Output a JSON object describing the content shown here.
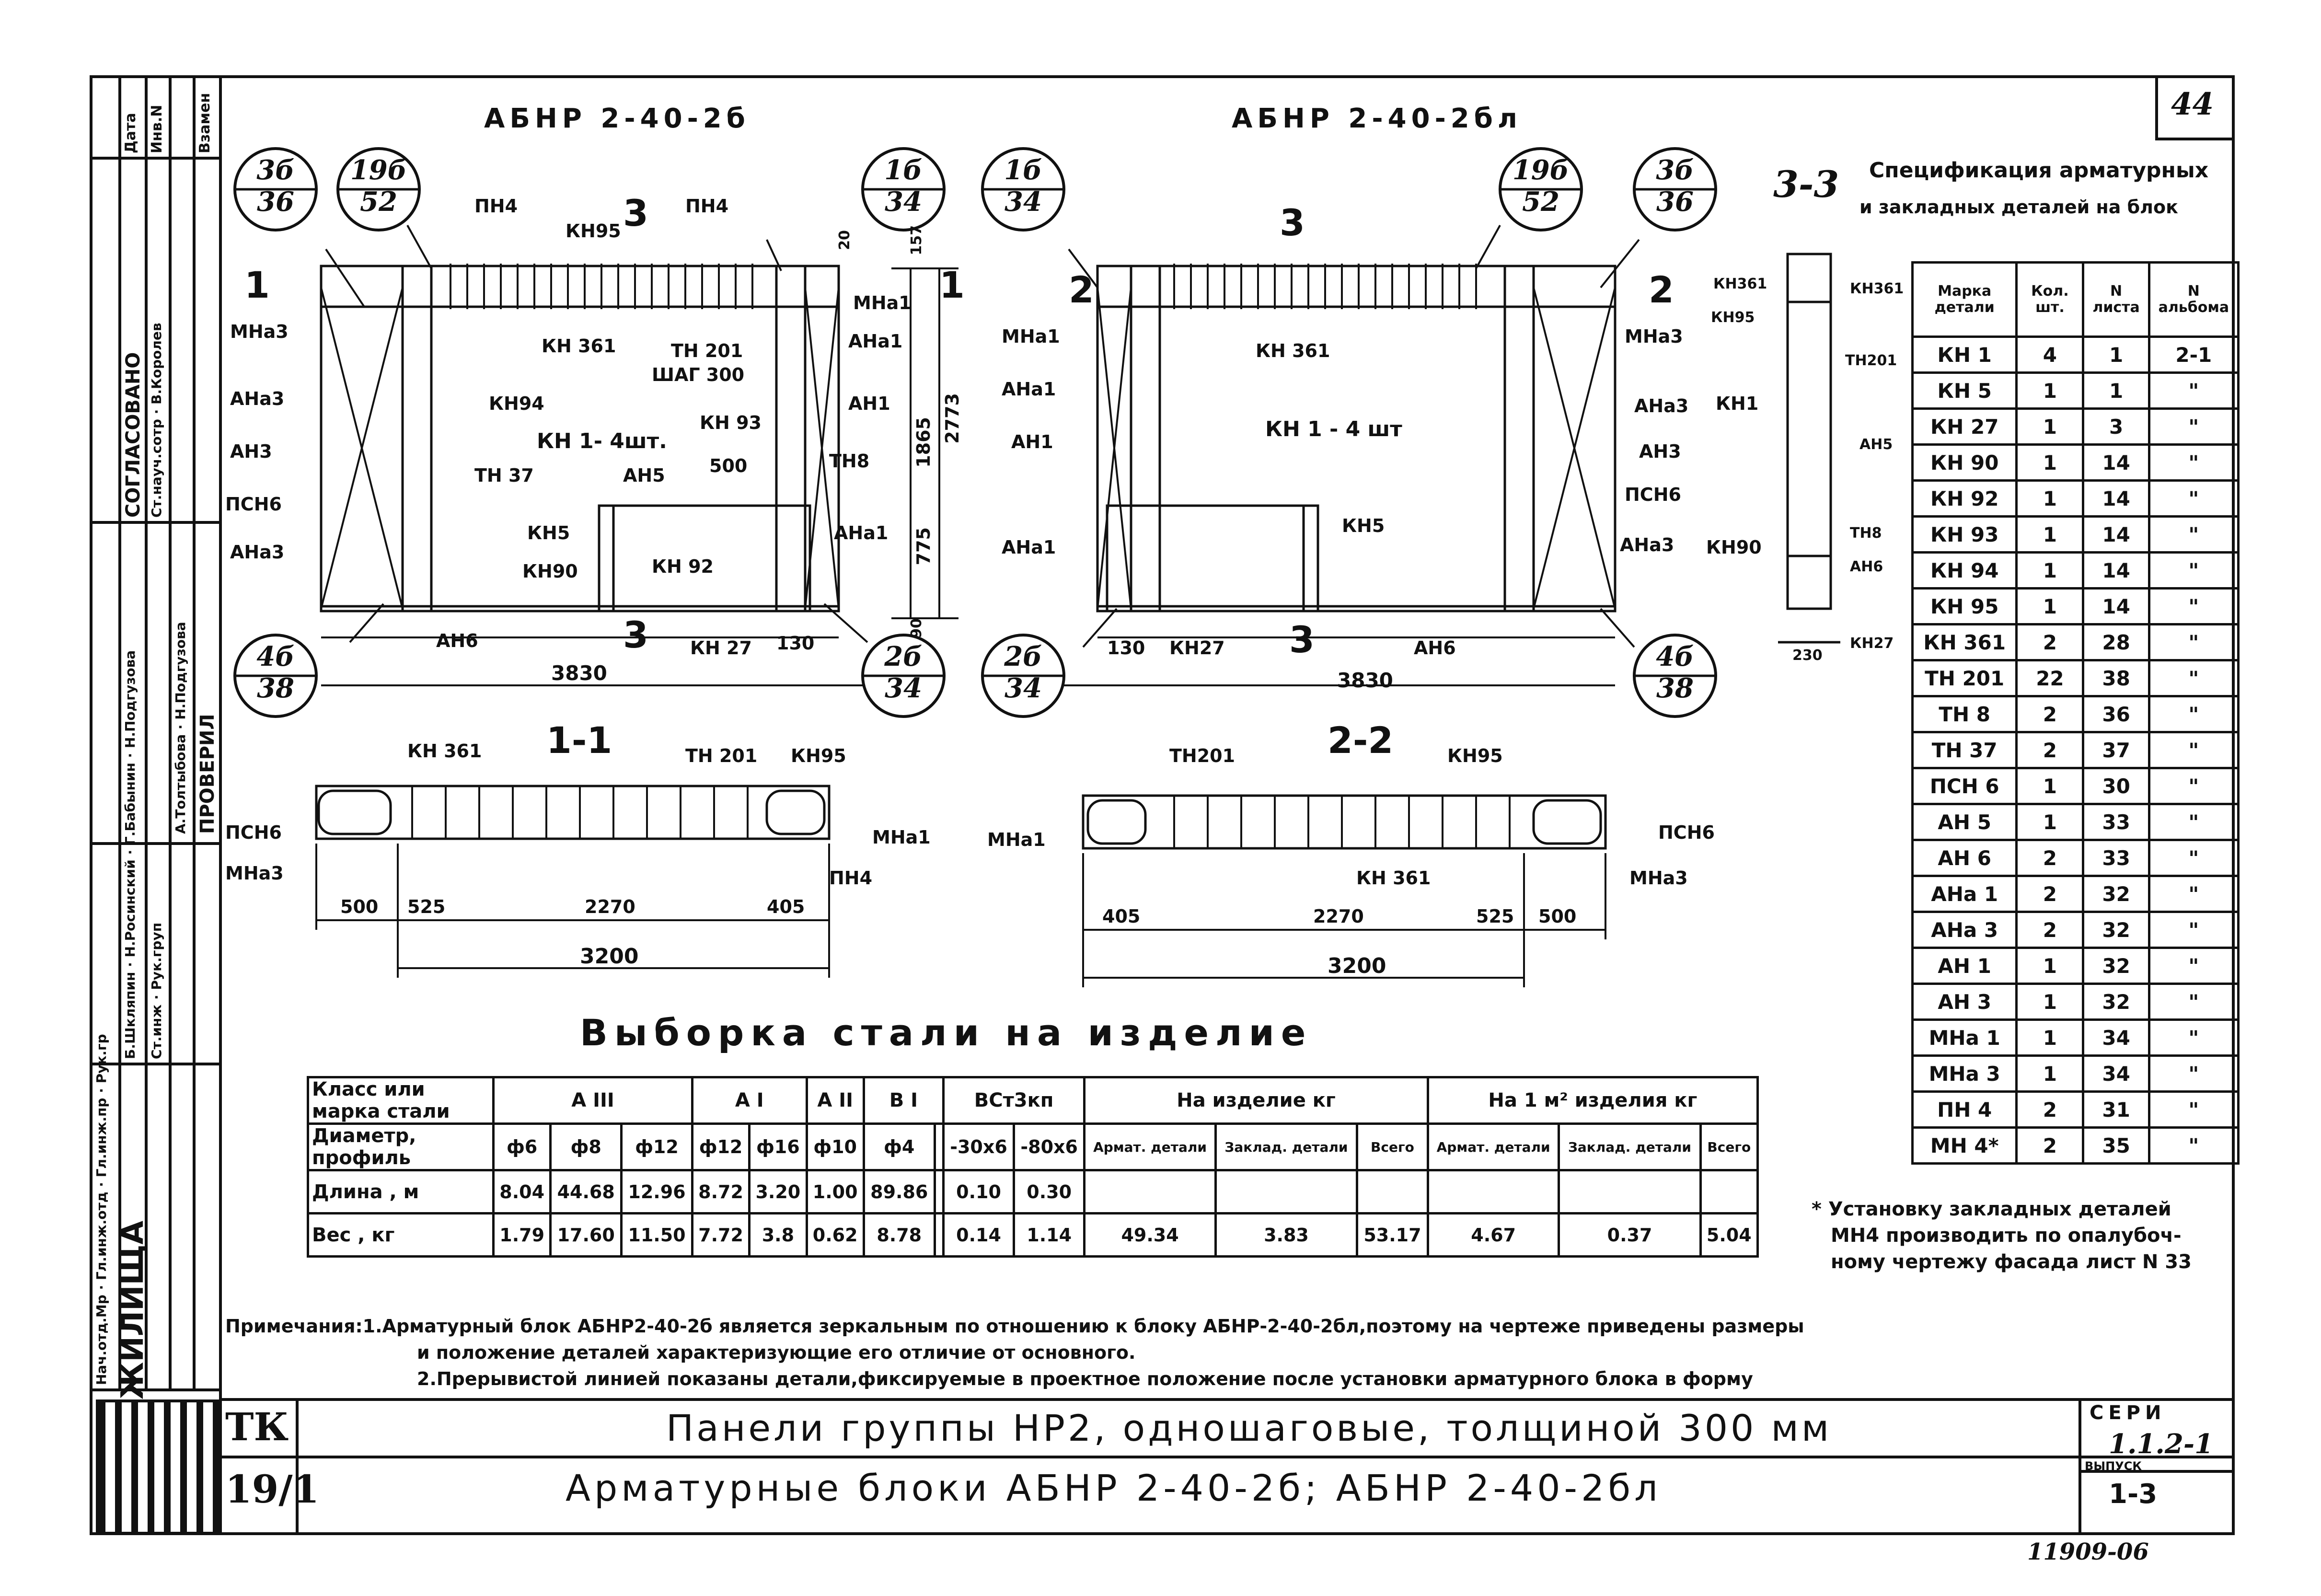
{
  "sheet": {
    "page_number": "44",
    "org_name": "ЖИЛИЩА",
    "stamp_code": "ТК",
    "stamp_number": "19/1",
    "series_label": "СЕРИ",
    "series_value": "1.1.2-1",
    "issue_label": "ВЫПУСК",
    "issue_value": "1-3",
    "sheet_code": "11909-06",
    "bottom_title_1": "Панели группы НР2, одношаговые, толщиной 300 мм",
    "bottom_title_2": "Арматурные блоки АБНР 2-40-2б; АБНР 2-40-2бл"
  },
  "sidebar": {
    "col1": [
      "Нач.отд.Мр",
      "Гл.инж.отд",
      "Гл.инж.пр",
      "Рук.гр"
    ],
    "col2": [
      "Б.Шкляпин",
      "Н.Росинский",
      "Г.Бабынин",
      "Н.Подгузова"
    ],
    "col3": [
      "Ст.инж",
      "Рук.груп"
    ],
    "col4": [
      "А.Толтыбова",
      "Н.Подгузова"
    ],
    "agree_label": "СОГЛАСОВАНО",
    "agree_names": [
      "Ст.науч.сотр",
      "В.Королев"
    ],
    "check_label": "ПРОВЕРИЛ",
    "head_labels": [
      "Дата",
      "Инв.N",
      "Взамен"
    ]
  },
  "drawing": {
    "view_left_title": "АБНР 2-40-2б",
    "view_right_title": "АБНР 2-40-2бл",
    "section_3_3": "3-3",
    "section_1_1": "1-1",
    "section_2_2": "2-2",
    "section_mark": "3",
    "section_1": "1",
    "section_2": "2",
    "callouts_left": [
      {
        "top": "3б",
        "bottom": "36"
      },
      {
        "top": "19б",
        "bottom": "52"
      },
      {
        "top": "1б",
        "bottom": "34"
      },
      {
        "top": "4б",
        "bottom": "38"
      },
      {
        "top": "2б",
        "bottom": "34"
      }
    ],
    "callouts_right": [
      {
        "top": "1б",
        "bottom": "34"
      },
      {
        "top": "19б",
        "bottom": "52"
      },
      {
        "top": "3б",
        "bottom": "36"
      },
      {
        "top": "2б",
        "bottom": "34"
      },
      {
        "top": "4б",
        "bottom": "38"
      }
    ],
    "left_labels": {
      "pn4a": "ПН4",
      "kn95": "КН95",
      "pn4b": "ПН4",
      "mna3": "МНа3",
      "ana3": "АНа3",
      "an3": "АН3",
      "psn6": "ПСН6",
      "ana3b": "АНа3",
      "kn361": "КН 361",
      "tn201": "ТН 201",
      "shag": "ШАГ 300",
      "kn94": "КН94",
      "kn1": "КН 1- 4шт.",
      "kn93": "КН 93",
      "tn37": "ТН 37",
      "an5": "АН5",
      "d500": "500",
      "tn8": "ТН8",
      "kn5": "КН5",
      "kn90": "КН90",
      "kn92": "КН 92",
      "mna1": "МНа1",
      "ana1": "АНа1",
      "an1": "АН1",
      "ana1b": "АНа1",
      "an6": "АН6",
      "kn27": "КН 27",
      "d130": "130",
      "d3830": "3830",
      "d1865": "1865",
      "d2773": "2773",
      "d775": "775",
      "d20": "20",
      "d157": "157",
      "d90": "90"
    },
    "right_labels": {
      "mna1": "МНа1",
      "ana1": "АНа1",
      "an1": "АН1",
      "ana1b": "АНа1",
      "kn361": "КН 361",
      "kn1": "КН 1 - 4 шт",
      "kn5": "КН5",
      "mna3": "МНа3",
      "ana3": "АНа3",
      "an3": "АН3",
      "psn6": "ПСН6",
      "ana3b": "АНа3",
      "d130": "130",
      "kn27": "КН27",
      "an6": "АН6",
      "d3830": "3830"
    },
    "section33_labels": {
      "kn361a": "КН361",
      "kn95": "КН95",
      "kn361b": "КН361",
      "tn201": "ТН201",
      "kn1": "КН1",
      "an5": "АН5",
      "tn8": "ТН8",
      "an6": "АН6",
      "kn90": "КН90",
      "d230": "230",
      "kn27": "КН27"
    },
    "sec11_labels": {
      "kn361": "КН 361",
      "tn201": "ТН 201",
      "kn95": "КН95",
      "psn6": "ПСН6",
      "mna3": "МНа3",
      "mna1": "МНа1",
      "pn4": "ПН4",
      "d500": "500",
      "d525": "525",
      "d2270": "2270",
      "d405": "405",
      "d3200": "3200"
    },
    "sec22_labels": {
      "tn201": "ТН201",
      "kn95": "КН95",
      "mna1": "МНа1",
      "kn361": "КН 361",
      "psn6": "ПСН6",
      "mna3": "МНа3",
      "d405": "405",
      "d2270": "2270",
      "d525": "525",
      "d500": "500",
      "d3200": "3200"
    }
  },
  "spec": {
    "title_line1": "Спецификация арматурных",
    "title_line2": "и закладных деталей на блок",
    "headers": [
      "Марка детали",
      "Кол. шт.",
      "N листа",
      "N альбома"
    ],
    "rows": [
      [
        "КН 1",
        "4",
        "1",
        "2-1"
      ],
      [
        "КН 5",
        "1",
        "1",
        "\""
      ],
      [
        "КН 27",
        "1",
        "3",
        "\""
      ],
      [
        "КН 90",
        "1",
        "14",
        "\""
      ],
      [
        "КН 92",
        "1",
        "14",
        "\""
      ],
      [
        "КН 93",
        "1",
        "14",
        "\""
      ],
      [
        "КН 94",
        "1",
        "14",
        "\""
      ],
      [
        "КН 95",
        "1",
        "14",
        "\""
      ],
      [
        "КН 361",
        "2",
        "28",
        "\""
      ],
      [
        "ТН 201",
        "22",
        "38",
        "\""
      ],
      [
        "ТН 8",
        "2",
        "36",
        "\""
      ],
      [
        "ТН 37",
        "2",
        "37",
        "\""
      ],
      [
        "ПСН 6",
        "1",
        "30",
        "\""
      ],
      [
        "АН 5",
        "1",
        "33",
        "\""
      ],
      [
        "АН 6",
        "2",
        "33",
        "\""
      ],
      [
        "АНа 1",
        "2",
        "32",
        "\""
      ],
      [
        "АНа 3",
        "2",
        "32",
        "\""
      ],
      [
        "АН 1",
        "1",
        "32",
        "\""
      ],
      [
        "АН 3",
        "1",
        "32",
        "\""
      ],
      [
        "МНа 1",
        "1",
        "34",
        "\""
      ],
      [
        "МНа 3",
        "1",
        "34",
        "\""
      ],
      [
        "ПН 4",
        "2",
        "31",
        "\""
      ],
      [
        "МН 4*",
        "2",
        "35",
        "\""
      ]
    ],
    "footnote_1": "* Установку закладных деталей",
    "footnote_2": "МН4 производить по опалубоч-",
    "footnote_3": "ному чертежу фасада лист N 33"
  },
  "steel": {
    "title": "Выборка стали на изделие",
    "row1_label": "Класс или марка стали",
    "classes": [
      "А III",
      "А I",
      "А II",
      "В I",
      "ВСт3кп"
    ],
    "on_product": "На изделие кг",
    "per_m2": "На 1 м² изделия кг",
    "row2_label": "Диаметр, профиль",
    "diameters": [
      "ф6",
      "ф8",
      "ф12",
      "ф12",
      "ф16",
      "ф10",
      "ф4",
      "",
      "-30х6",
      "-80х6"
    ],
    "sub_headers": [
      "Армат. детали",
      "Заклад. детали",
      "Всего",
      "Армат. детали",
      "Заклад. детали",
      "Всего"
    ],
    "row3_label": "Длина , м",
    "lengths": [
      "8.04",
      "44.68",
      "12.96",
      "8.72",
      "3.20",
      "1.00",
      "89.86",
      "",
      "0.10",
      "0.30"
    ],
    "row4_label": "Вес , кг",
    "weights": [
      "1.79",
      "17.60",
      "11.50",
      "7.72",
      "3.8",
      "0.62",
      "8.78",
      "",
      "0.14",
      "1.14"
    ],
    "totals": [
      "49.34",
      "3.83",
      "53.17",
      "4.67",
      "0.37",
      "5.04"
    ]
  },
  "notes": {
    "line1": "Примечания:1.Арматурный блок АБНР2-40-2б является зеркальным по отношению к блоку АБНР-2-40-2бл,поэтому на чертеже приведены размеры",
    "line2": "и положение деталей характеризующие его отличие от основного.",
    "line3": "2.Прерывистой линией показаны детали,фиксируемые в проектное положение после установки арматурного блока в форму"
  }
}
